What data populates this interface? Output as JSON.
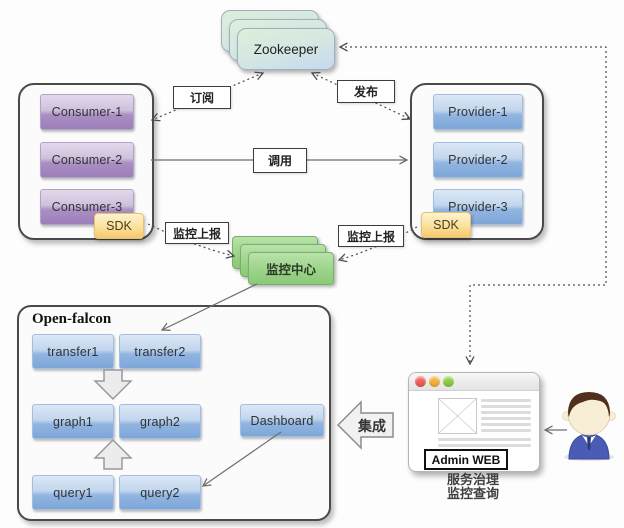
{
  "zookeeper": {
    "label": "Zookeeper"
  },
  "consumers": {
    "items": [
      {
        "label": "Consumer-1"
      },
      {
        "label": "Consumer-2"
      },
      {
        "label": "Consumer-3"
      }
    ],
    "sdk_label": "SDK"
  },
  "providers": {
    "items": [
      {
        "label": "Provider-1"
      },
      {
        "label": "Provider-2"
      },
      {
        "label": "Provider-3"
      }
    ],
    "sdk_label": "SDK"
  },
  "monitor_center": {
    "label": "监控中心"
  },
  "edge_labels": {
    "subscribe": "订阅",
    "publish": "发布",
    "invoke": "调用",
    "report_left": "监控上报",
    "report_right": "监控上报",
    "integrate": "集成"
  },
  "open_falcon": {
    "title": "Open-falcon",
    "nodes": {
      "transfer1": "transfer1",
      "transfer2": "transfer2",
      "graph1": "graph1",
      "graph2": "graph2",
      "dashboard": "Dashboard",
      "query1": "query1",
      "query2": "query2"
    }
  },
  "admin_web": {
    "title": "Admin WEB",
    "caption": [
      "服务治理",
      "监控查询"
    ]
  },
  "colors": {
    "consumer_gradient_top": "#e2d8ea",
    "consumer_gradient_bottom": "#9c7fba",
    "provider_gradient_top": "#dce8f6",
    "provider_gradient_bottom": "#7da7d9",
    "sdk_gradient_top": "#fdf3cf",
    "sdk_gradient_bottom": "#f6c96e",
    "zookeeper_gradient_top": "#dcefdb",
    "zookeeper_gradient_bottom": "#c5d9f0",
    "monitor_center_green": "#9cd489",
    "window_btn_red": "#ee5f5a",
    "window_btn_yellow": "#f5b037",
    "window_btn_green": "#8fcb3e"
  }
}
